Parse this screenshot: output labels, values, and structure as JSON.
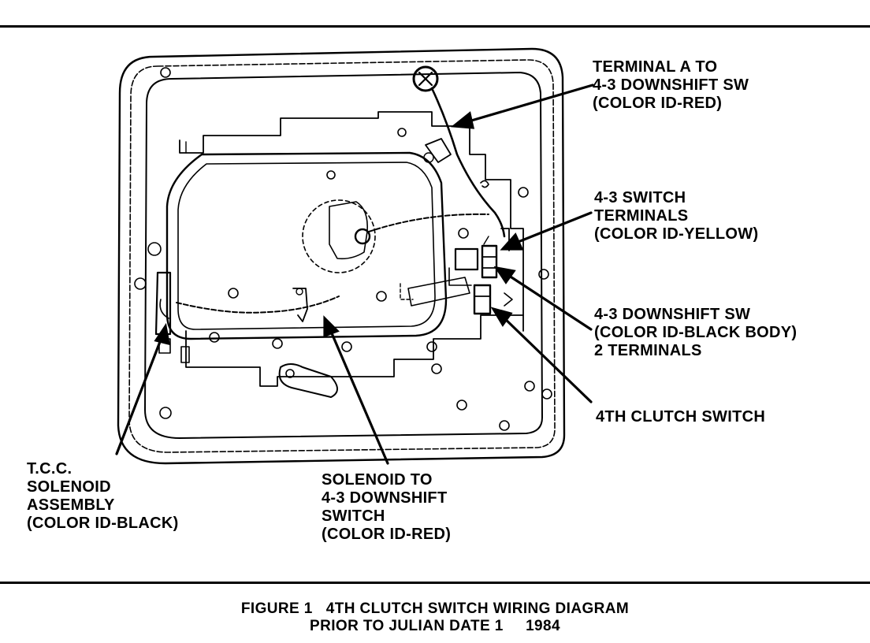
{
  "labels": {
    "terminal_a": [
      "TERMINAL A TO",
      "4-3 DOWNSHIFT SW",
      "(COLOR ID-RED)"
    ],
    "switch_terminals": [
      "4-3 SWITCH",
      "TERMINALS",
      "(COLOR ID-YELLOW)"
    ],
    "downshift_sw": [
      "4-3 DOWNSHIFT SW",
      "(COLOR ID-BLACK BODY)",
      "2 TERMINALS"
    ],
    "clutch_switch": [
      "4TH CLUTCH SWITCH"
    ],
    "tcc": [
      "T.C.C.",
      "SOLENOID",
      "ASSEMBLY",
      "(COLOR ID-BLACK)"
    ],
    "solenoid_to": [
      "SOLENOID TO",
      "4-3 DOWNSHIFT",
      "SWITCH",
      "(COLOR ID-RED)"
    ]
  },
  "caption": {
    "line1": "FIGURE 1   4TH CLUTCH SWITCH WIRING DIAGRAM",
    "line2": "PRIOR TO JULIAN DATE 1     1984"
  }
}
